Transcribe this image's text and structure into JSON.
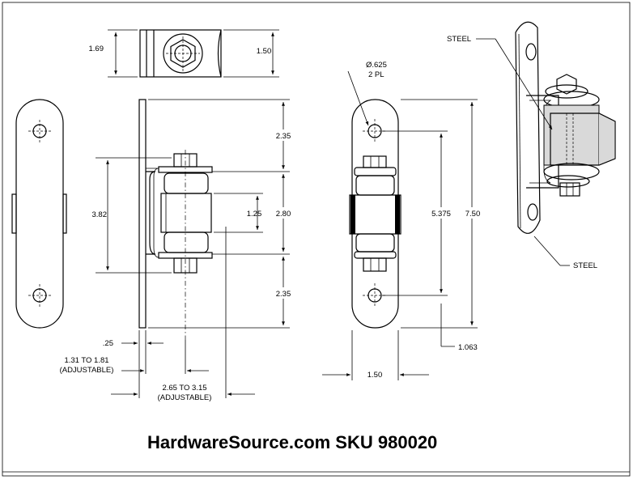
{
  "dimensions": {
    "top_height": "1.69",
    "top_width": "1.50",
    "hole_dia": "Ø.625",
    "hole_count": "2 PL",
    "seg_top": "2.35",
    "seg_mid": "2.80",
    "seg_bot": "2.35",
    "overall_length": "7.50",
    "hole_spacing": "5.375",
    "bracket_height": "3.82",
    "collar_height": "1.25",
    "plate_thickness": ".25",
    "offset_range": "1.31 TO 1.81",
    "offset_note": "(ADJUSTABLE)",
    "reach_range": "2.65 TO 3.15",
    "reach_note": "(ADJUSTABLE)",
    "end_offset": "1.063",
    "plate_width": "1.50"
  },
  "callouts": {
    "material_top": "STEEL",
    "material_bottom": "STEEL"
  },
  "footer": {
    "caption": "HardwareSource.com SKU 980020"
  }
}
